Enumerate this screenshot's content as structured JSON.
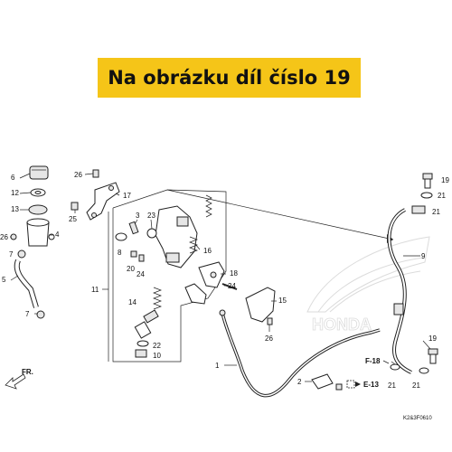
{
  "banner": {
    "text": "Na obrázku díl číslo 19"
  },
  "diagram": {
    "code": "K2&3F0610",
    "callouts": [
      "1",
      "2",
      "3",
      "4",
      "5",
      "6",
      "7",
      "8",
      "9",
      "10",
      "11",
      "12",
      "13",
      "14",
      "15",
      "16",
      "17",
      "18",
      "19",
      "20",
      "21",
      "22",
      "23",
      "24",
      "25",
      "26"
    ],
    "refs": {
      "f18": "F-18",
      "e13": "E-13",
      "fr": "FR."
    }
  }
}
